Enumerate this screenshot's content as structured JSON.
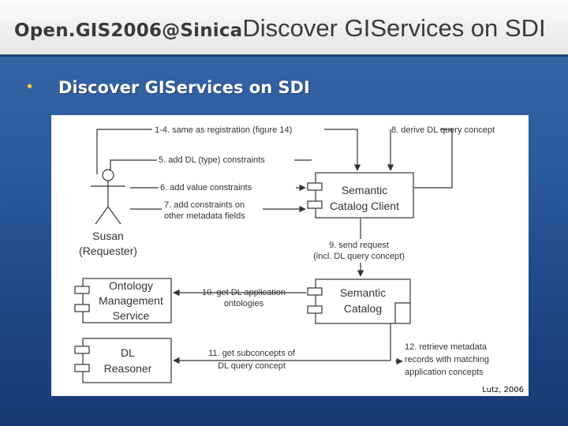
{
  "header": {
    "prefix": "Open.GIS2006@Sinica",
    "title": "Discover GIServices on SDI"
  },
  "slide": {
    "bullet_heading": "Discover GIServices on SDI",
    "credit": "Lutz, 2006"
  },
  "diagram": {
    "actor": {
      "name": "Susan",
      "role": "(Requester)"
    },
    "components": {
      "catalog_client": [
        "Semantic",
        "Catalog Client"
      ],
      "catalog": [
        "Semantic",
        "Catalog"
      ],
      "ontology_service": [
        "Ontology",
        "Management",
        "Service"
      ],
      "reasoner": [
        "DL",
        "Reasoner"
      ]
    },
    "steps": {
      "s1_4": "1-4. same as registration (figure 14)",
      "s5": "5. add DL (type) constraints",
      "s6": "6. add value constraints",
      "s7": [
        "7. add constraints on",
        "other metadata fields"
      ],
      "s8": "8. derive DL query concept",
      "s9": [
        "9. send request",
        "(incl. DL query concept)"
      ],
      "s10": [
        "10. get DL application",
        "ontologies"
      ],
      "s11": [
        "11. get subconcepts of",
        "DL query concept"
      ],
      "s12": [
        "12. retrieve metadata",
        "records with matching",
        "application concepts"
      ]
    },
    "colors": {
      "line": "#333333",
      "text": "#333333"
    }
  }
}
